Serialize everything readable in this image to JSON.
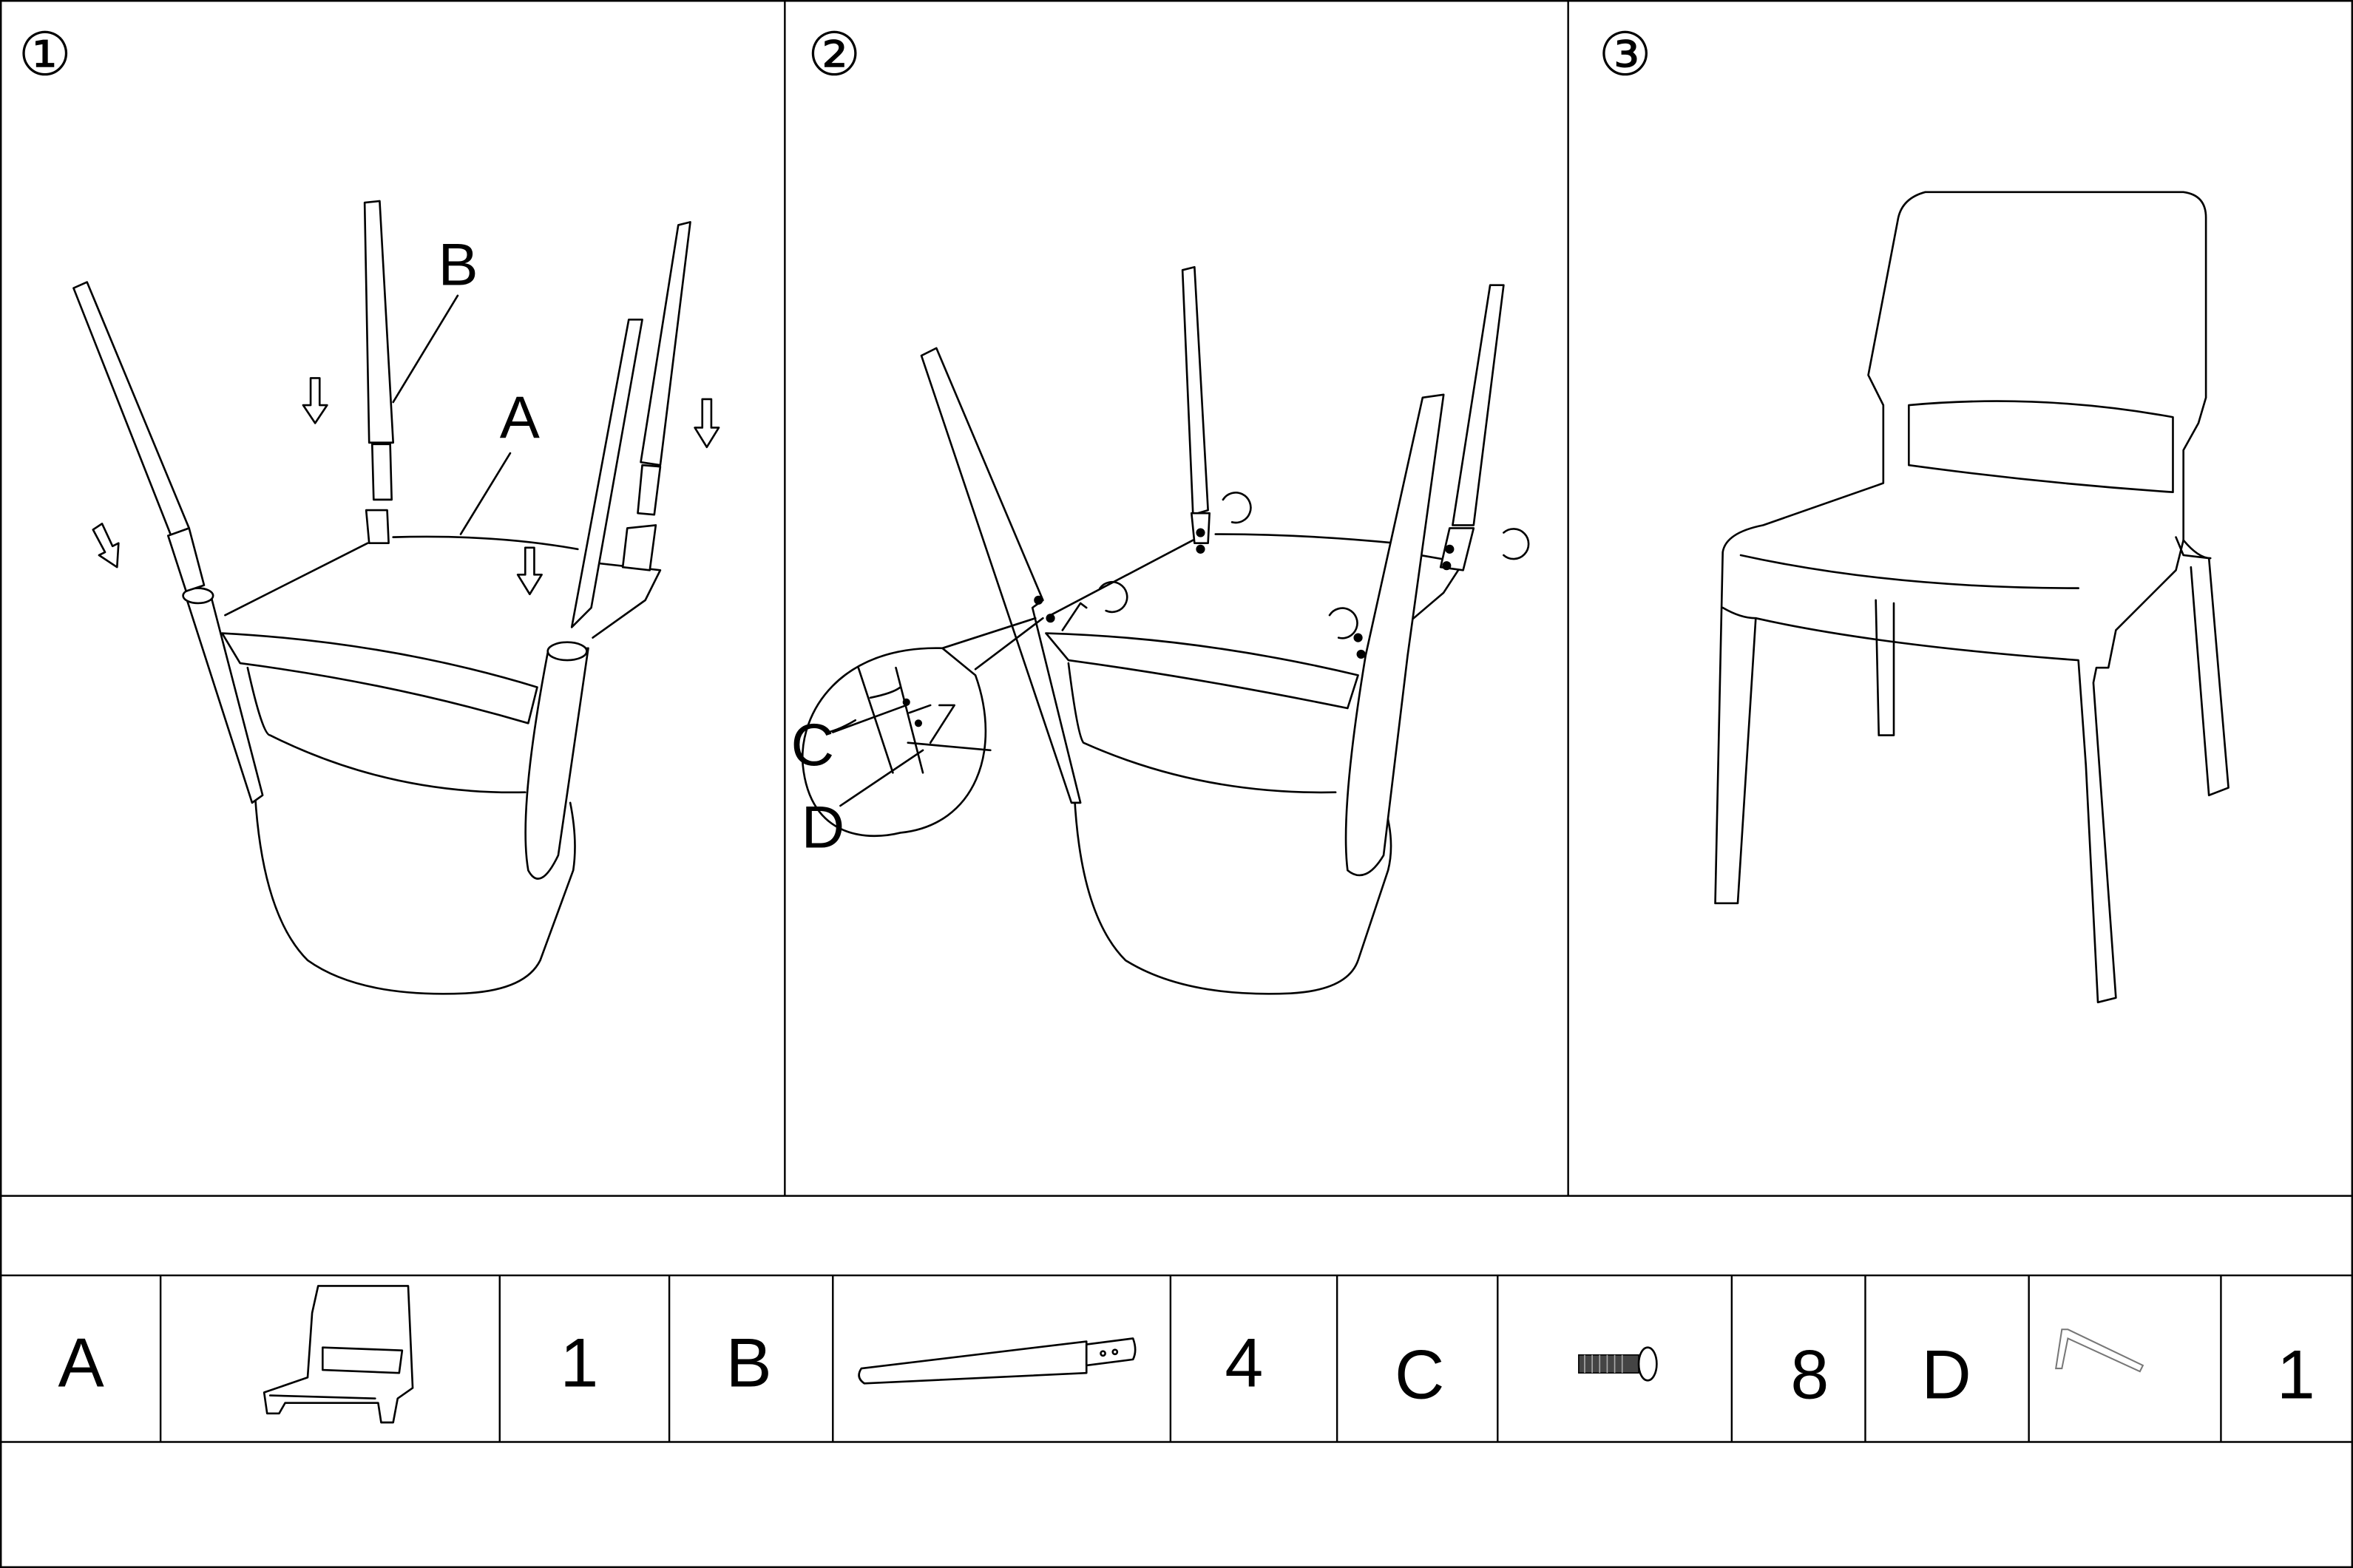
{
  "steps": [
    {
      "number": "①",
      "callouts": {
        "seat": "A",
        "leg": "B"
      }
    },
    {
      "number": "②",
      "callouts": {
        "screw": "C",
        "key": "D"
      }
    },
    {
      "number": "③"
    }
  ],
  "parts_table": [
    {
      "code": "A",
      "icon": "chair-seat-icon",
      "qty": "1"
    },
    {
      "code": "B",
      "icon": "chair-leg-icon",
      "qty": "4"
    },
    {
      "code": "C",
      "icon": "bolt-icon",
      "qty": "8"
    },
    {
      "code": "D",
      "icon": "allen-key-icon",
      "qty": "1"
    }
  ]
}
